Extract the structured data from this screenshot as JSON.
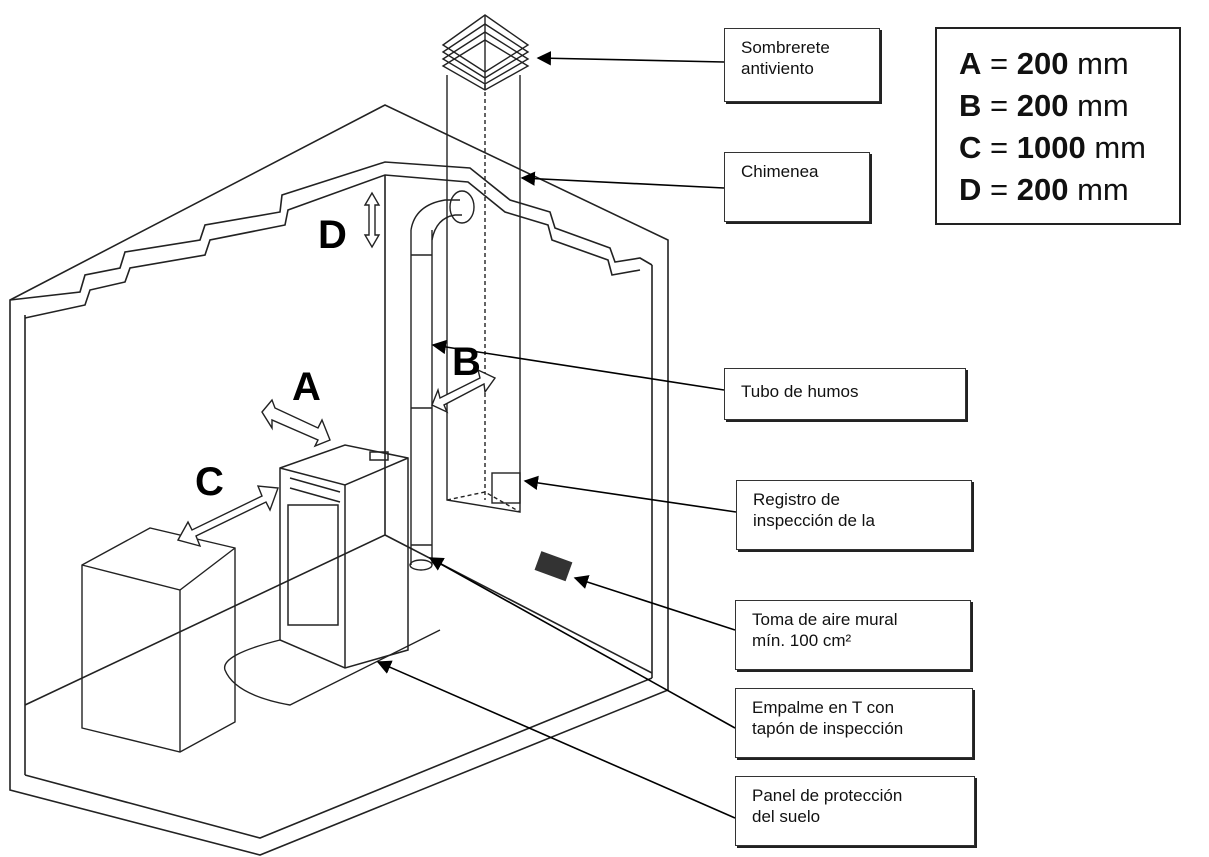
{
  "legend": [
    {
      "letter": "A",
      "eq": " = ",
      "value": "200",
      "unit": " mm"
    },
    {
      "letter": "B",
      "eq": " = ",
      "value": "200",
      "unit": " mm"
    },
    {
      "letter": "C",
      "eq": " = ",
      "value": "1000",
      "unit": " mm"
    },
    {
      "letter": "D",
      "eq": " = ",
      "value": "200",
      "unit": " mm"
    }
  ],
  "dimension_labels": {
    "a": "A",
    "b": "B",
    "c": "C",
    "d": "D"
  },
  "callouts": {
    "sombrerete": {
      "line1": "Sombrerete",
      "line2": "antiviento"
    },
    "chimenea": {
      "line1": "Chimenea"
    },
    "tubo": {
      "line1": "Tubo de humos"
    },
    "registro": {
      "line1": "Registro de",
      "line2": "inspección de la"
    },
    "toma": {
      "line1": "Toma de aire mural",
      "line2": "mín. 100 cm²"
    },
    "empalme": {
      "line1": "Empalme en T con",
      "line2": "tapón de inspección"
    },
    "panel": {
      "line1": "Panel de protección",
      "line2": "del suelo"
    }
  }
}
